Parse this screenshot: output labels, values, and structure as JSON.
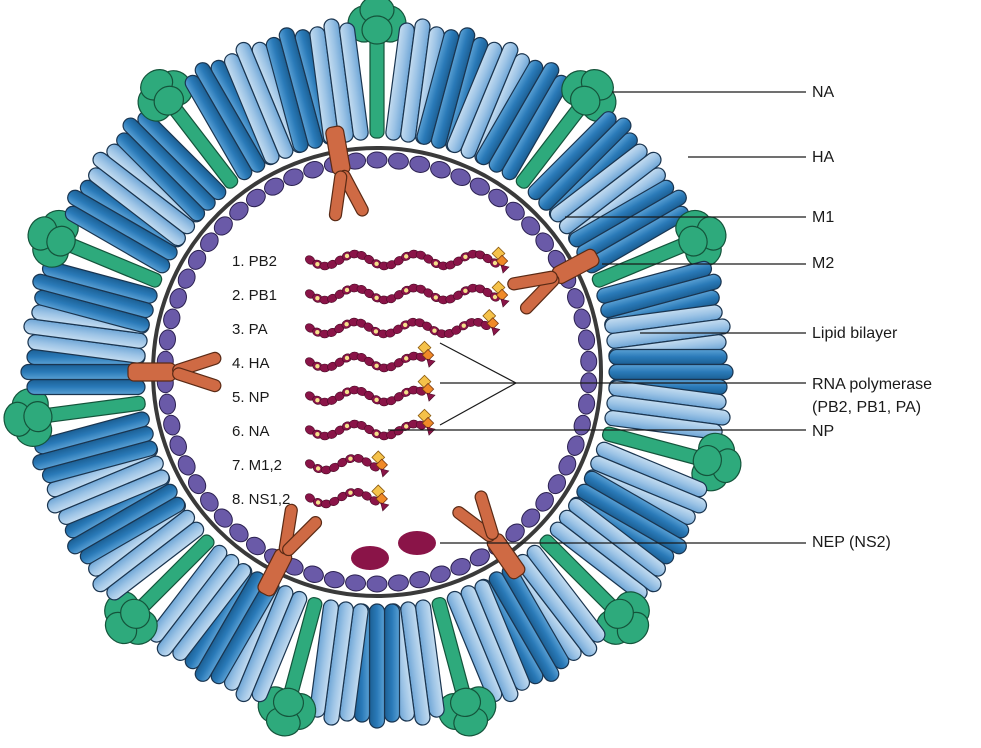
{
  "labels": {
    "na": "NA",
    "ha": "HA",
    "m1": "M1",
    "m2": "M2",
    "lipid_bilayer": "Lipid bilayer",
    "rna_polymerase": "RNA polymerase",
    "rna_polymerase_sub": "(PB2, PB1, PA)",
    "np": "NP",
    "nep": "NEP (NS2)"
  },
  "segments": [
    {
      "label": "1. PB2",
      "length": 1.0
    },
    {
      "label": "2. PB1",
      "length": 1.0
    },
    {
      "label": "3. PA",
      "length": 0.95
    },
    {
      "label": "4. HA",
      "length": 0.6
    },
    {
      "label": "5. NP",
      "length": 0.6
    },
    {
      "label": "6. NA",
      "length": 0.6
    },
    {
      "label": "7. M1,2",
      "length": 0.35
    },
    {
      "label": "8. NS1,2",
      "length": 0.35
    }
  ],
  "colors": {
    "ha_dark": "#1f6fa8",
    "ha_light": "#8fbbe0",
    "na_green": "#2eaa7c",
    "m2_orange": "#cf6a44",
    "m1_purple": "#6a5aa8",
    "membrane": "#3a3a3a",
    "rnp": "#8a1448",
    "nucleotide": "#f4e08a",
    "polymerase_orange": "#f08a28",
    "polymerase_gold": "#f5c24a",
    "nep": "#8a1448"
  }
}
